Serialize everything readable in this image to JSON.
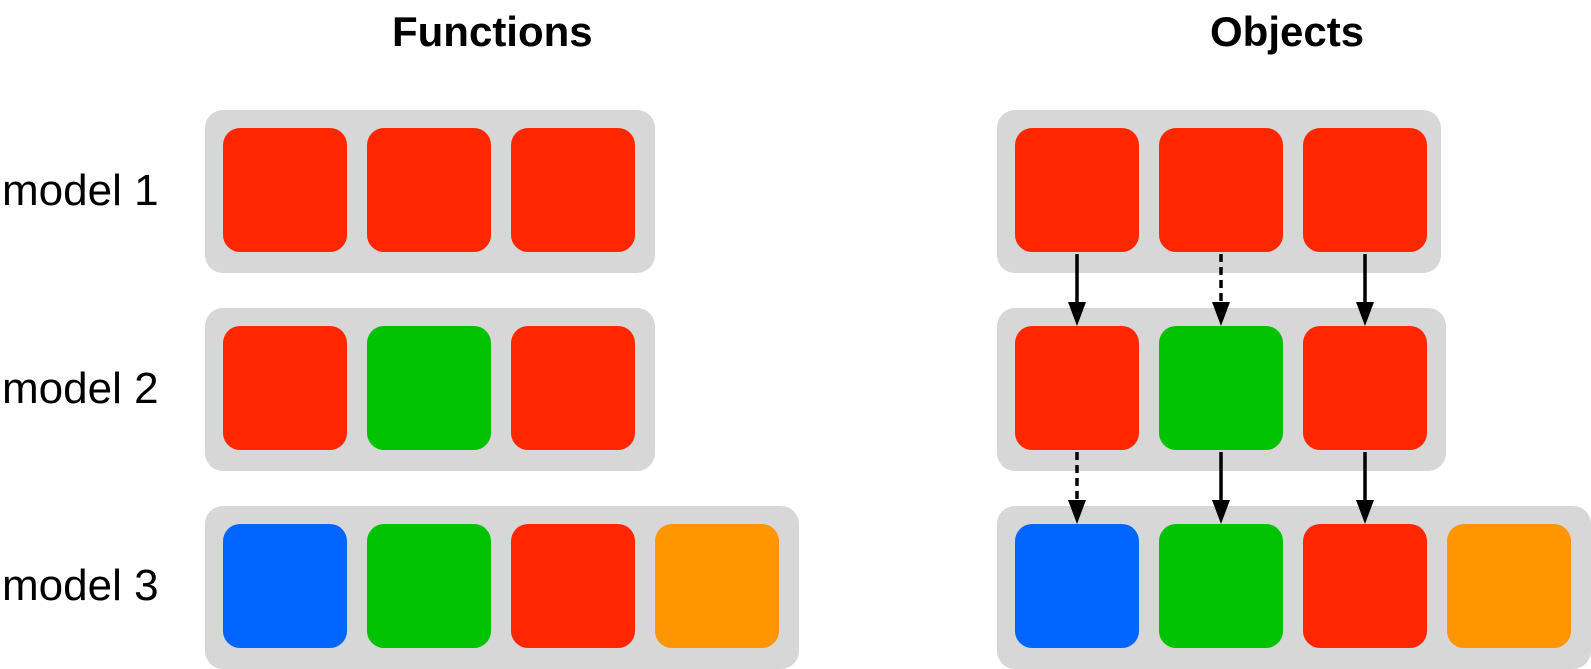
{
  "headings": {
    "functions": "Functions",
    "objects": "Objects"
  },
  "rows": [
    {
      "label": "model 1",
      "blocks": [
        "red",
        "red",
        "red"
      ]
    },
    {
      "label": "model 2",
      "blocks": [
        "red",
        "green",
        "red"
      ]
    },
    {
      "label": "model 3",
      "blocks": [
        "blue",
        "green",
        "red",
        "orange"
      ]
    }
  ],
  "colors": {
    "red": "#ff2600",
    "green": "#00c200",
    "blue": "#0066ff",
    "orange": "#ff9500",
    "tray": "#d7d7d7"
  },
  "links": [
    {
      "from_row": 1,
      "to_row": 2,
      "column": 1,
      "style": "solid"
    },
    {
      "from_row": 1,
      "to_row": 2,
      "column": 2,
      "style": "dashed"
    },
    {
      "from_row": 1,
      "to_row": 2,
      "column": 3,
      "style": "solid"
    },
    {
      "from_row": 2,
      "to_row": 3,
      "column": 1,
      "style": "dashed"
    },
    {
      "from_row": 2,
      "to_row": 3,
      "column": 2,
      "style": "solid"
    },
    {
      "from_row": 2,
      "to_row": 3,
      "column": 3,
      "style": "solid"
    }
  ]
}
